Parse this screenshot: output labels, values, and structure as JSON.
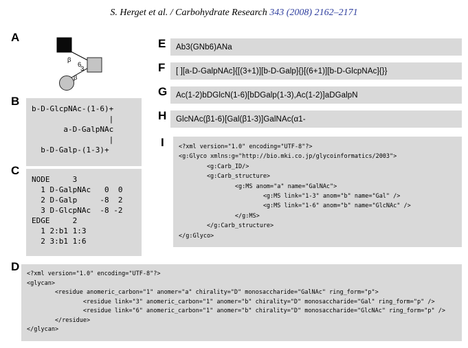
{
  "header": {
    "authors_part": "S. Herget et al. / Carbohydrate Research",
    "citation_link": "343 (2008) 2162–2171"
  },
  "colors": {
    "box_background": "#d9d9d9",
    "link_blue": "#2e3e9e",
    "symbol_fill_gray": "#c4c4c4",
    "symbol_fill_black": "#0a0a0a"
  },
  "panels": {
    "a": {
      "label": "A",
      "diagram": {
        "symbols": [
          {
            "name": "GlcNAc",
            "shape": "filled-black-square"
          },
          {
            "name": "GalNAc",
            "shape": "gray-square"
          },
          {
            "name": "Gal",
            "shape": "gray-circle"
          }
        ],
        "edge_glcnac": {
          "anomer": "β",
          "linkage": "6"
        },
        "edge_gal": {
          "anomer": "β",
          "linkage": "3"
        }
      }
    },
    "b": {
      "label": "B",
      "lines": [
        "b-D-GlcpNAc-(1-6)+",
        "                 |",
        "       a-D-GalpNAc",
        "                 |",
        "  b-D-Galp-(1-3)+"
      ]
    },
    "c": {
      "label": "C",
      "lines": [
        "NODE     3",
        "  1 D-GalpNAc   0  0",
        "  2 D-Galp     -8  2",
        "  3 D-GlcpNAc  -8 -2",
        "EDGE     2",
        "  1 2:b1 1:3",
        "  2 3:b1 1:6"
      ]
    },
    "d": {
      "label": "D",
      "lines": [
        "<?xml version=\"1.0\" encoding=\"UTF-8\"?>",
        "<glycan>",
        "        <residue anomeric_carbon=\"1\" anomer=\"a\" chirality=\"D\" monosaccharide=\"GalNAc\" ring_form=\"p\">",
        "                <residue link=\"3\" anomeric_carbon=\"1\" anomer=\"b\" chirality=\"D\" monosaccharide=\"Gal\" ring_form=\"p\" />",
        "                <residue link=\"6\" anomeric_carbon=\"1\" anomer=\"b\" chirality=\"D\" monosaccharide=\"GlcNAc\" ring_form=\"p\" />",
        "        </residue>",
        "</glycan>"
      ]
    },
    "e": {
      "label": "E",
      "text": "Ab3(GNb6)ANa"
    },
    "f": {
      "label": "F",
      "text": "[ ][a-D-GalpNAc]{[(3+1)][b-D-Galp]{}[(6+1)][b-D-GlcpNAc]{}}"
    },
    "g": {
      "label": "G",
      "text": "Ac(1-2)bDGlcN(1-6)[bDGalp(1-3),Ac(1-2)]aDGalpN"
    },
    "h": {
      "label": "H",
      "text": "GlcNAc(β1-6)[Gal(β1-3)]GalNAc(α1-"
    },
    "i": {
      "label": "I",
      "lines": [
        "<?xml version=\"1.0\" encoding=\"UTF-8\"?>",
        "<g:Glyco xmlns:g=\"http://bio.mki.co.jp/glycoinformatics/2003\">",
        "        <g:Carb_ID/>",
        "        <g:Carb_structure>",
        "                <g:MS anom=\"a\" name=\"GalNAc\">",
        "                        <g:MS link=\"1-3\" anom=\"b\" name=\"Gal\" />",
        "                        <g:MS link=\"1-6\" anom=\"b\" name=\"GlcNAc\" />",
        "                </g:MS>",
        "        </g:Carb_structure>",
        "</g:Glyco>"
      ]
    }
  }
}
